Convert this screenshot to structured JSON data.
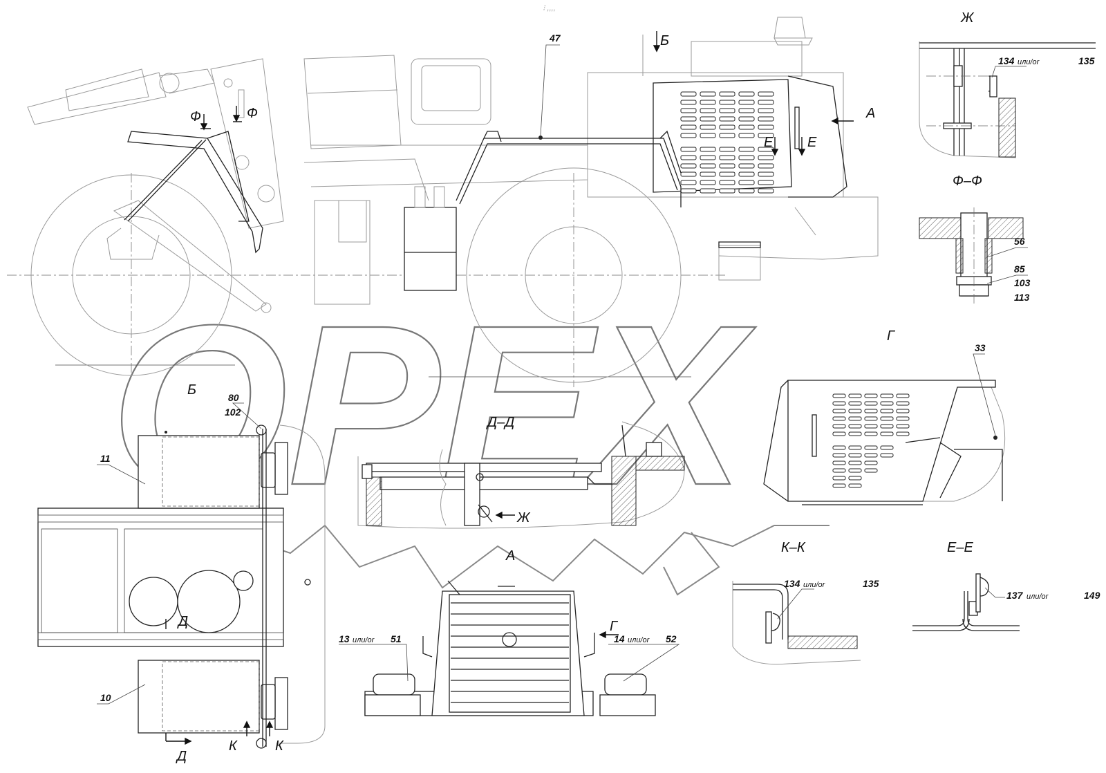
{
  "watermark": "OPEX",
  "views": {
    "b": "Б",
    "zh": "Ж",
    "f_f": "Ф–Ф",
    "g": "Г",
    "d_d": "Д–Д",
    "a": "А",
    "k_k": "К–К",
    "e_e": "Е–Е"
  },
  "markers": {
    "b": "Б",
    "a": "А",
    "f": "Ф",
    "e": "Е",
    "d": "Д",
    "k": "К",
    "zh": "Ж",
    "g": "Г"
  },
  "callouts": {
    "p47": "47",
    "p56": "56",
    "p85": "85",
    "p103": "103",
    "p113": "113",
    "p33": "33",
    "p80": "80",
    "p102": "102",
    "p11": "11",
    "p10": "10",
    "p134a": "134",
    "p135a": "135",
    "p134b": "134",
    "p135b": "135",
    "p137": "137",
    "p149": "149",
    "p13": "13",
    "p51": "51",
    "p14": "14",
    "p52": "52",
    "or": "или/or"
  },
  "page_mark": "⁝ ,,,,"
}
